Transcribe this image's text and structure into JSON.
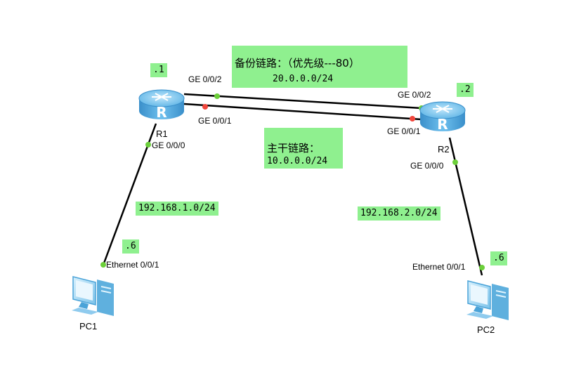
{
  "routers": {
    "r1": {
      "name": "R1",
      "addr": ".1",
      "glyph": "R"
    },
    "r2": {
      "name": "R2",
      "addr": ".2",
      "glyph": "R"
    }
  },
  "pcs": {
    "pc1": {
      "name": "PC1",
      "addr": ".6",
      "port": "Ethernet 0/0/1"
    },
    "pc2": {
      "name": "PC2",
      "addr": ".6",
      "port": "Ethernet 0/0/1"
    }
  },
  "ports": {
    "r1_ge002": "GE 0/0/2",
    "r1_ge001": "GE 0/0/1",
    "r1_ge000": "GE 0/0/0",
    "r2_ge002": "GE 0/0/2",
    "r2_ge001": "GE 0/0/1",
    "r2_ge000": "GE 0/0/0"
  },
  "links": {
    "backup": {
      "title": "备份链路：（优先级---80）",
      "subnet": "20.0.0.0/24"
    },
    "trunk": {
      "title": "主干链路：",
      "subnet": "10.0.0.0/24"
    },
    "lan1": "192.168.1.0/24",
    "lan2": "192.168.2.0/24"
  },
  "colors": {
    "label_bg": "#8ff08f",
    "port_up": "#6ccf3a",
    "port_down": "#f0463c",
    "router_blue": "#4aa3d8"
  }
}
